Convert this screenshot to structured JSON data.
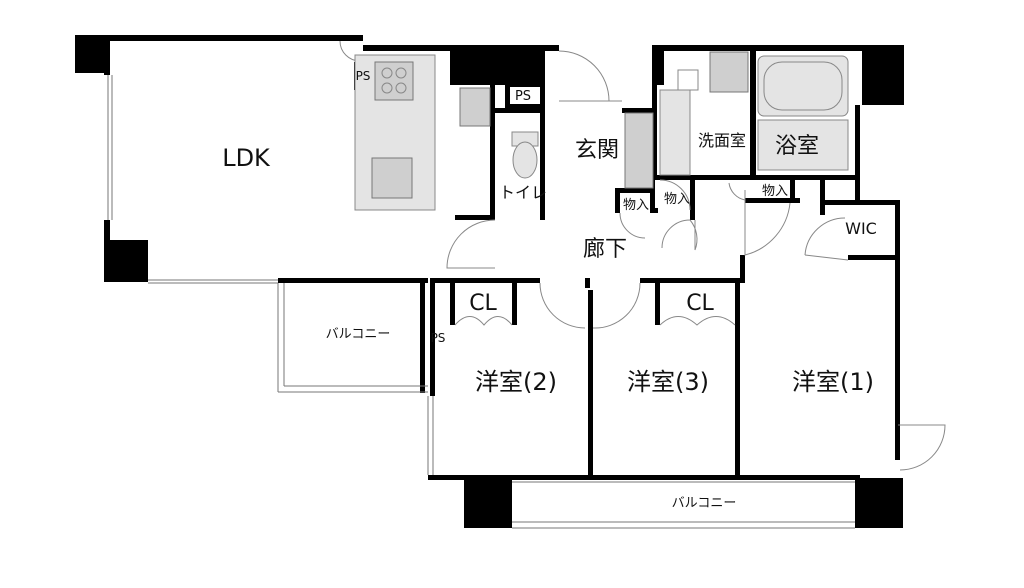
{
  "rooms": {
    "ldk": "LDK",
    "entrance": "玄関",
    "washroom": "洗面室",
    "bathroom": "浴室",
    "toilet": "トイレ",
    "corridor": "廊下",
    "storage_a": "物入",
    "storage_b": "物入",
    "storage_c": "物入",
    "wic": "WIC",
    "closet_2": "CL",
    "closet_3": "CL",
    "bedroom_2": "洋室(2)",
    "bedroom_3": "洋室(3)",
    "bedroom_1": "洋室(1)",
    "balcony_left": "バルコニー",
    "balcony_bottom": "バルコニー",
    "ps_kitchen": "PS",
    "ps_top": "PS",
    "ps_balcony": "PS"
  }
}
